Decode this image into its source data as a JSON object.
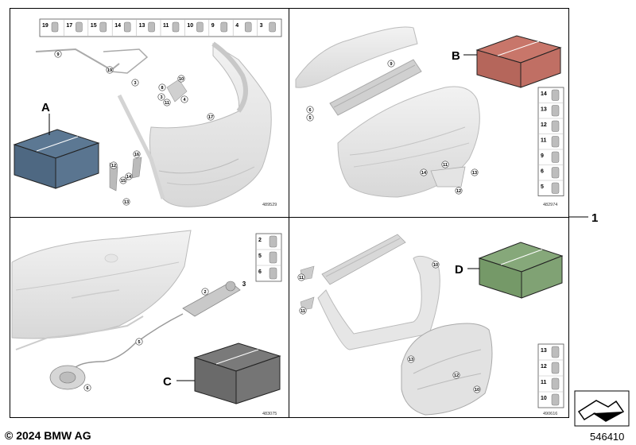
{
  "footer": {
    "copyright": "© 2024 BMW AG",
    "doc_number": "546410"
  },
  "main_callout": "1",
  "quadrants": {
    "top_left": {
      "part_strip": [
        "19",
        "17",
        "15",
        "14",
        "13",
        "11",
        "10",
        "9",
        "4",
        "3"
      ],
      "callouts": [
        "9",
        "19",
        "3",
        "8",
        "10",
        "3",
        "4",
        "11",
        "17",
        "16",
        "12",
        "15",
        "14",
        "13"
      ],
      "box_label": "A",
      "ref_number": "489529"
    },
    "top_right": {
      "side_parts": [
        "14",
        "13",
        "12",
        "11",
        "9",
        "6",
        "5"
      ],
      "callouts": [
        "9",
        "6",
        "5",
        "14",
        "11",
        "13",
        "12"
      ],
      "box_label": "B",
      "ref_number": "482974"
    },
    "bottom_left": {
      "side_parts": [
        "2",
        "5",
        "6"
      ],
      "callouts": [
        "2",
        "3",
        "5",
        "6"
      ],
      "box_label": "C",
      "ref_number": "483075"
    },
    "bottom_right": {
      "side_parts": [
        "13",
        "12",
        "11",
        "10"
      ],
      "callouts": [
        "10",
        "11",
        "11",
        "13",
        "12",
        "10"
      ],
      "box_label": "D",
      "ref_number": "490616"
    }
  },
  "colors": {
    "box_a": "#5f7a96",
    "box_b": "#c9776b",
    "box_c": "#7a7a7a",
    "box_d": "#86a87a",
    "part_gray": "#dcdcdc"
  }
}
